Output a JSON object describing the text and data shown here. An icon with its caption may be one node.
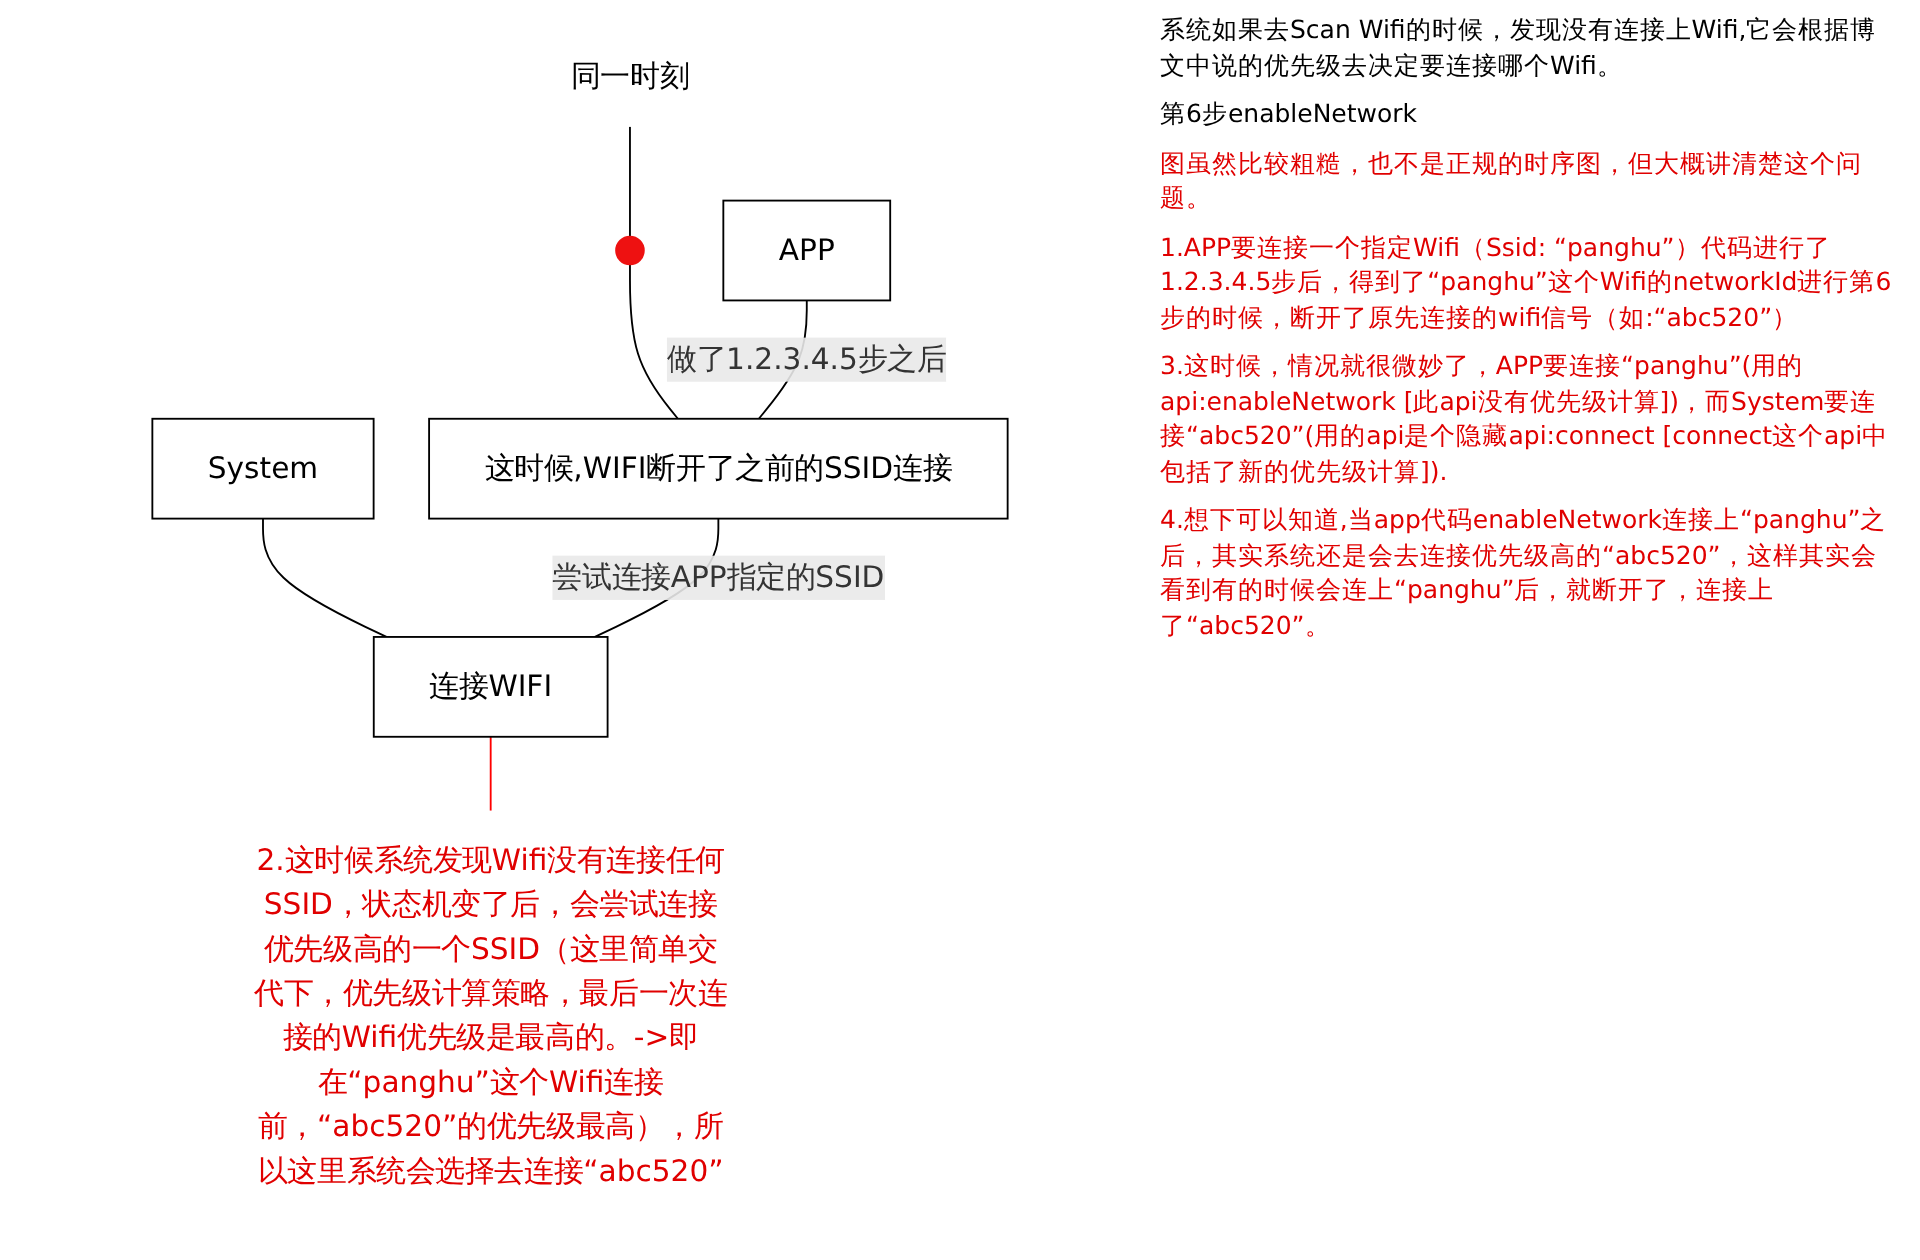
{
  "diagram": {
    "nodes": [
      {
        "text": [
          "System"
        ]
      },
      {
        "text": [
          "同一时刻"
        ]
      },
      {
        "text": [],
        "shape": "circle"
      },
      {
        "text": [
          "APP"
        ]
      },
      {
        "text": [
          "这时候,WIFI断开了之前的SSID连接"
        ]
      },
      {
        "text": [
          "连接WIFI"
        ]
      },
      {
        "text": [
          "2.这时候系统发现Wifi没有连接任何SSID，状态机变了后，会尝试连接优先级高的一个SSID（这里简单交代下，优先级计算策略，最后一次连接的Wifi优先级是最高的。->即在“panghu”这个Wifi连接前，“abc520”的优先级最高），所以这里系统会选择去连接“abc520”"
        ]
      }
    ],
    "edges": [
      {
        "from": 0,
        "to": 5,
        "arrow": "none"
      },
      {
        "from": 1,
        "to": 2,
        "arrow": "none"
      },
      {
        "from": 2,
        "to": 4,
        "arrow": "none"
      },
      {
        "from": 3,
        "to": 4,
        "arrow": "none",
        "label": "做了1.2.3.4.5步之后"
      },
      {
        "from": 4,
        "to": 5,
        "arrow": "none",
        "label": "尝试连接APP指定的SSID"
      },
      {
        "from": 5,
        "to": 6,
        "arrow": "none",
        "color": "#ff0000"
      }
    ],
    "labels": [
      "系统如果去Scan Wifi的时候，发现没有连接上Wifi,它会根据博文中说的优先级去决定要连接哪个Wifi。",
      "第6步enableNetwork",
      "图虽然比较粗糙，也不是正规的时序图，但大概讲清楚这个问题。",
      "1.APP要连接一个指定Wifi（Ssid: “panghu”）代码进行了1.2.3.4.5步后，得到了“panghu”这个Wifi的networkId进行第6步的时候，断开了原先连接的wifi信号（如:“abc520”）",
      "3.这时候，情况就很微妙了，APP要连接“panghu”(用的api:enableNetwork [此api没有优先级计算])，而System要连接“abc520”(用的api是个隐藏api:connect [connect这个api中包括了新的优先级计算]).",
      "4.想下可以知道,当app代码enableNetwork连接上“panghu”之后，其实系统还是会去连接优先级高的“abc520”，这样其实会看到有的时候会连上“panghu”后，就断开了，连接上了“abc520”。"
    ]
  }
}
